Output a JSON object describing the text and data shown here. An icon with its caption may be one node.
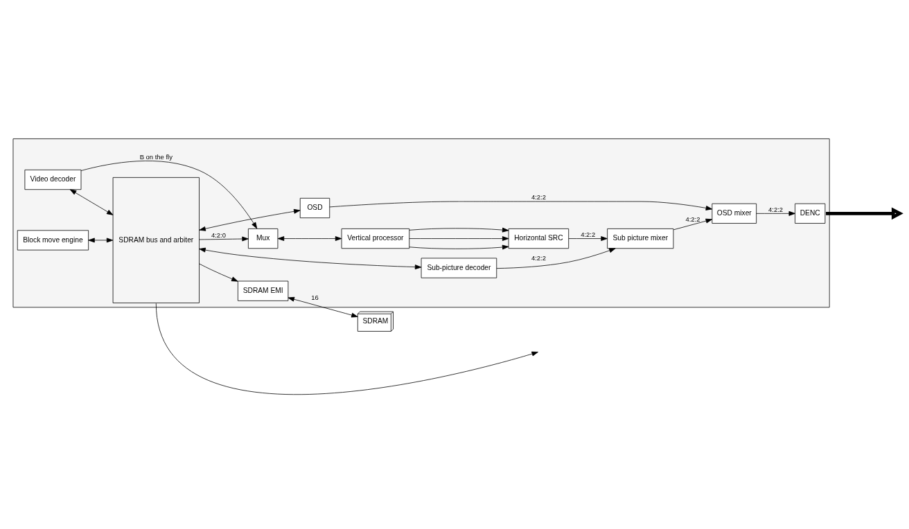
{
  "diagram": {
    "nodes": [
      {
        "text": [
          "SDRAM"
        ]
      },
      {
        "text": [],
        "shape": "box"
      },
      {
        "text": [
          "SDRAM EMI"
        ],
        "in": 1
      },
      {
        "text": [
          "Video decoder"
        ],
        "in": 1
      },
      {
        "text": [
          "Mux"
        ],
        "in": 1
      },
      {
        "text": [
          "Vertical processor"
        ],
        "in": 1
      },
      {
        "text": [
          "Horizontal SRC"
        ],
        "in": 1
      },
      {
        "text": [
          "Sub picture mixer"
        ],
        "in": 1
      },
      {
        "text": [
          "Block move engine"
        ],
        "in": 1
      },
      {
        "text": [
          "Sub-picture decoder"
        ],
        "in": 1
      },
      {
        "text": [
          "SDRAM bus and arbiter"
        ],
        "in": 1
      },
      {
        "text": [
          "OSD"
        ],
        "in": 1
      },
      {
        "text": [
          "OSD mixer"
        ],
        "in": 1
      },
      {
        "text": [
          "DENC"
        ],
        "in": 1
      }
    ],
    "edges": [
      {
        "from": 2,
        "to": 0,
        "arrow": "both",
        "label": "16"
      },
      {
        "from": 10,
        "to": 2,
        "arrow": "to"
      },
      {
        "from": 3,
        "to": 10,
        "arrow": "both"
      },
      {
        "from": 3,
        "to": 4,
        "arrow": "to",
        "label": "B on the fly"
      },
      {
        "from": 10,
        "to": 4,
        "arrow": "to",
        "label": "4:2:0"
      },
      {
        "from": 4,
        "to": 5,
        "arrow": "both"
      },
      {
        "from": 5,
        "to": 6,
        "arrow": "to"
      },
      {
        "from": 5,
        "to": 6,
        "arrow": "to"
      },
      {
        "from": 5,
        "to": 6,
        "arrow": "to"
      },
      {
        "from": 6,
        "to": 7,
        "arrow": "to",
        "label": "4:2:2"
      },
      {
        "from": 8,
        "to": 10,
        "arrow": "both"
      },
      {
        "from": 10,
        "to": 9,
        "arrow": "both"
      },
      {
        "from": 9,
        "to": 7,
        "arrow": "to",
        "label": "4:2:2"
      },
      {
        "from": 7,
        "to": 12,
        "arrow": "to",
        "label": "4:2:2"
      },
      {
        "from": 10,
        "to": 11,
        "arrow": "both"
      },
      {
        "from": 11,
        "to": 12,
        "arrow": "to",
        "label": "4:2:2"
      },
      {
        "from": 12,
        "to": 13,
        "arrow": "to",
        "label": "4:2:2"
      },
      {
        "from": 13,
        "to": null,
        "arrow": "to",
        "style": "thick"
      },
      {
        "from": 10,
        "to": null,
        "arrow": "to"
      }
    ]
  }
}
